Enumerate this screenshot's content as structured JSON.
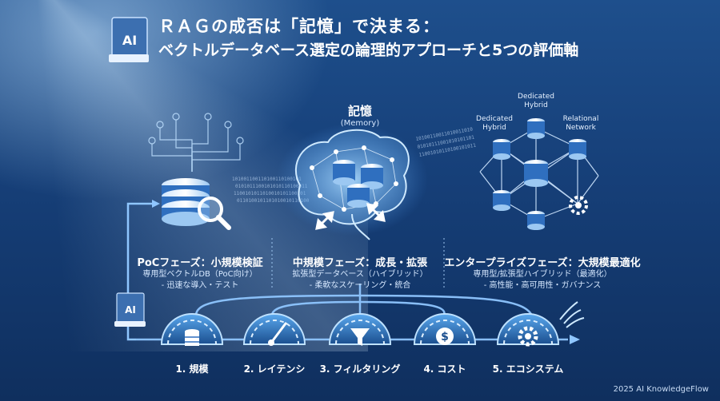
{
  "title": {
    "line1": "ＲＡＧの成否は「記憶」で決まる：",
    "line2": "ベクトルデータベース選定の論理的アプローチと5つの評価軸"
  },
  "logo": {
    "text": "AI"
  },
  "memory": {
    "title": "記憶",
    "subtitle": "(Memory)"
  },
  "network_labels": {
    "dedicated_hybrid_top": "Dedicated\nHybrid",
    "dedicated_hybrid_left": "Dedicated\nHybrid",
    "relational_network": "Relational\nNetwork"
  },
  "phases": [
    {
      "title": "PoCフェーズ：小規模検証",
      "line1": "専用型ベクトルDB（PoC向け）",
      "line2": "- 迅速な導入・テスト"
    },
    {
      "title": "中規模フェーズ：成長・拡張",
      "line1": "拡張型データベース（ハイブリッド）",
      "line2": "- 柔軟なスケーリング・統合"
    },
    {
      "title": "エンタープライズフェーズ：大規模最適化",
      "line1": "専用型/拡張型ハイブリッド（最適化）",
      "line2": "- 高性能・高可用性・ガバナンス"
    }
  ],
  "metrics": [
    {
      "label": "1. 規模",
      "icon": "database-icon"
    },
    {
      "label": "2. レイテンシ",
      "icon": "speedometer-icon"
    },
    {
      "label": "3. フィルタリング",
      "icon": "filter-icon"
    },
    {
      "label": "4. コスト",
      "icon": "dollar-icon"
    },
    {
      "label": "5. エコシステム",
      "icon": "gear-icon"
    }
  ],
  "footer": "2025 AI KnowledgeFlow",
  "colors": {
    "background": "#1b4682",
    "accent": "#7fc4ff",
    "text": "#ffffff"
  }
}
